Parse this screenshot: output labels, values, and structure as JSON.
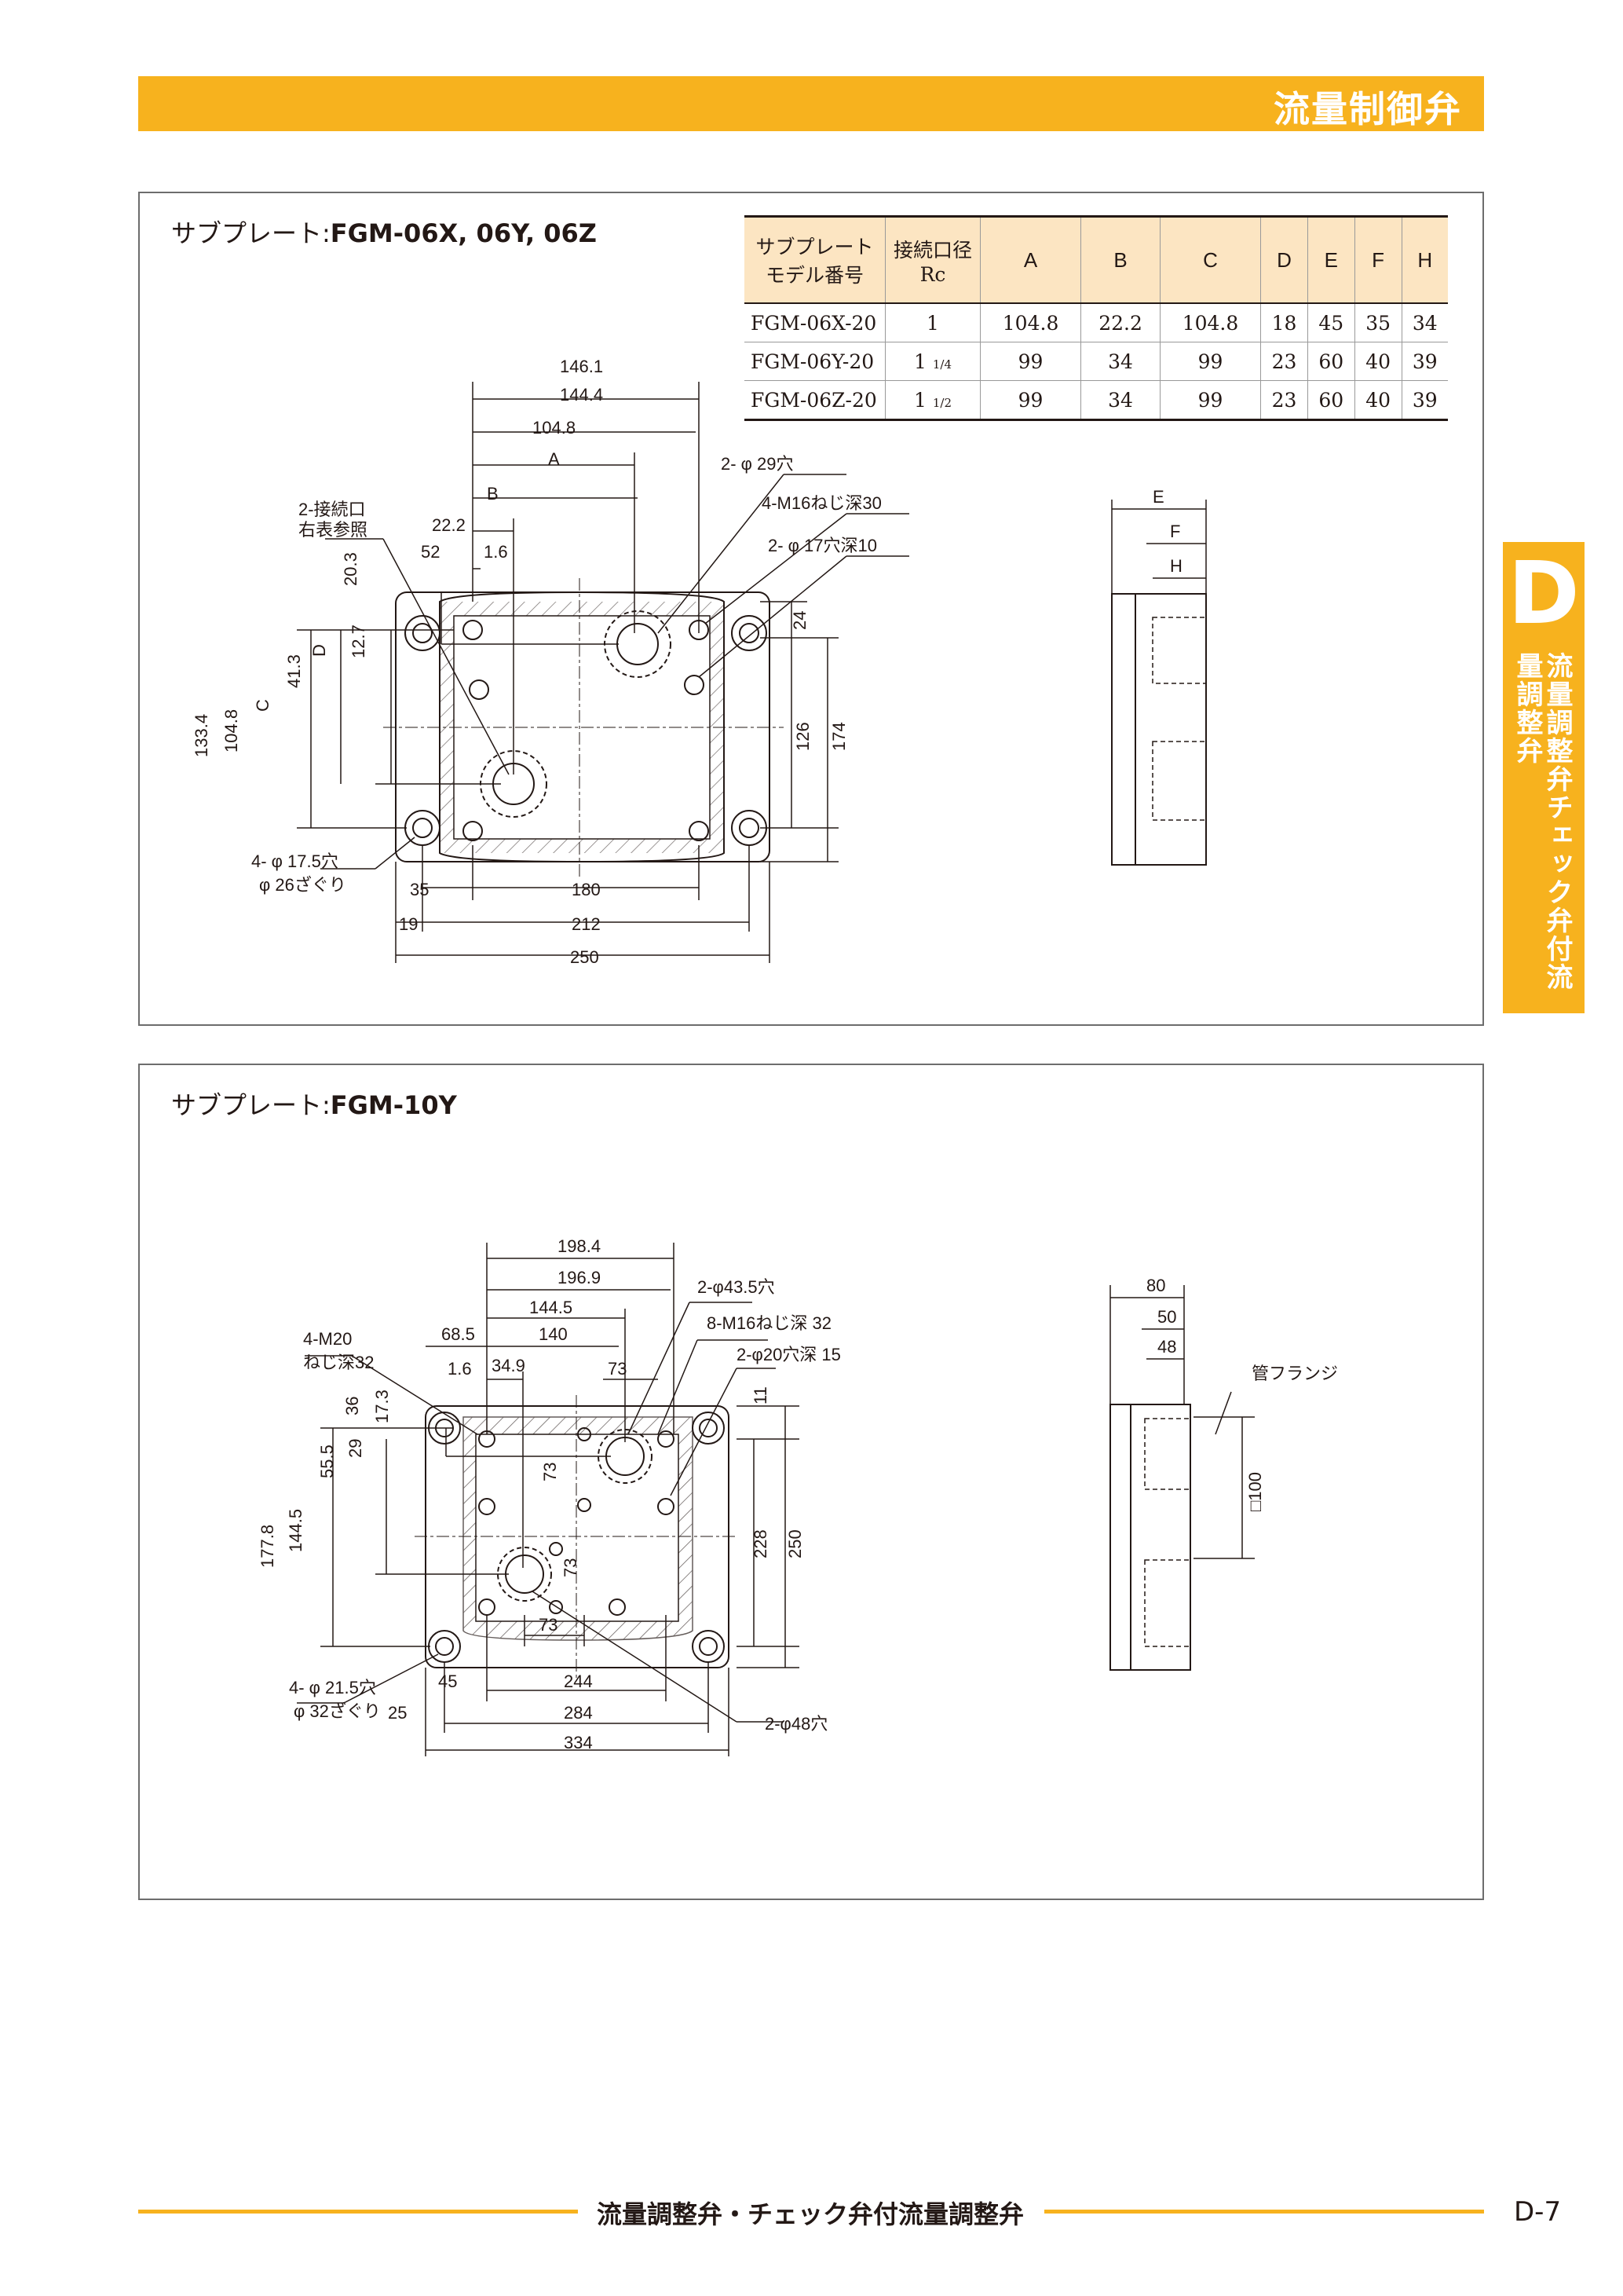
{
  "header": {
    "title": "流量制御弁"
  },
  "panel1": {
    "title_ja": "サブプレート:",
    "title_model": "FGM-06X, 06Y, 06Z",
    "table": {
      "head_model_1": "サブプレート",
      "head_model_2": "モデル番号",
      "head_port_1": "接続口径",
      "head_port_2": "Rc",
      "columns": [
        "A",
        "B",
        "C",
        "D",
        "E",
        "F",
        "H"
      ],
      "rows": [
        {
          "model": "FGM-06X-20",
          "port": "1",
          "port_frac": "",
          "values": [
            "104.8",
            "22.2",
            "104.8",
            "18",
            "45",
            "35",
            "34"
          ]
        },
        {
          "model": "FGM-06Y-20",
          "port": "1",
          "port_frac": "1/4",
          "values": [
            "99",
            "34",
            "99",
            "23",
            "60",
            "40",
            "39"
          ]
        },
        {
          "model": "FGM-06Z-20",
          "port": "1",
          "port_frac": "1/2",
          "values": [
            "99",
            "34",
            "99",
            "23",
            "60",
            "40",
            "39"
          ]
        }
      ]
    },
    "dims": {
      "d146": "146.1",
      "d144": "144.4",
      "d104": "104.8",
      "dA": "A",
      "dB": "B",
      "d22": "22.2",
      "d52": "52",
      "d16": "1.6",
      "d203": "20.3",
      "dD": "D",
      "d127": "12.7",
      "d413": "41.3",
      "dC": "C",
      "d1334": "133.4",
      "d1048v": "104.8",
      "d24": "24",
      "d126": "126",
      "d174": "174",
      "d35": "35",
      "d180": "180",
      "d19": "19",
      "d212": "212",
      "d250": "250",
      "dE": "E",
      "dF": "F",
      "dH": "H"
    },
    "labels": {
      "port1": "2-接続口",
      "port2": "右表参照",
      "hole29": "2- φ 29穴",
      "m16": "4-M16ねじ深30",
      "hole17": "2- φ 17穴深10",
      "hole175a": "4- φ 17.5穴",
      "hole175b": "φ 26ざぐり"
    }
  },
  "panel2": {
    "title_ja": "サブプレート:",
    "title_model": "FGM-10Y",
    "dims": {
      "d1984": "198.4",
      "d1969": "196.9",
      "d1445": "144.5",
      "d685": "68.5",
      "d140": "140",
      "d16": "1.6",
      "d349": "34.9",
      "d73t": "73",
      "d36": "36",
      "d173": "17.3",
      "d29": "29",
      "d555": "55.5",
      "d1778": "177.8",
      "d1445v": "144.5",
      "d73a": "73",
      "d73b": "73",
      "d73c": "73",
      "d11": "11",
      "d228": "228",
      "d250": "250",
      "d45": "45",
      "d244": "244",
      "d25": "25",
      "d284": "284",
      "d334": "334",
      "d80": "80",
      "d50": "50",
      "d48": "48",
      "d100": "□100"
    },
    "labels": {
      "m20a": "4-M20",
      "m20b": "ねじ深32",
      "hole435": "2-φ43.5穴",
      "m16": "8-M16ねじ深 32",
      "hole20": "2-φ20穴深 15",
      "hole215a": "4- φ 21.5穴",
      "hole215b": "φ 32ざぐり",
      "hole48": "2-φ48穴",
      "flange": "管フランジ"
    }
  },
  "side_tab": {
    "letter": "D",
    "text": "流量調整弁チェック弁付流量調整弁"
  },
  "footer": {
    "text": "流量調整弁・チェック弁付流量調整弁",
    "page": "D-7"
  },
  "colors": {
    "accent": "#f7b21e",
    "table_header": "#fce5c2",
    "line": "#231815"
  }
}
